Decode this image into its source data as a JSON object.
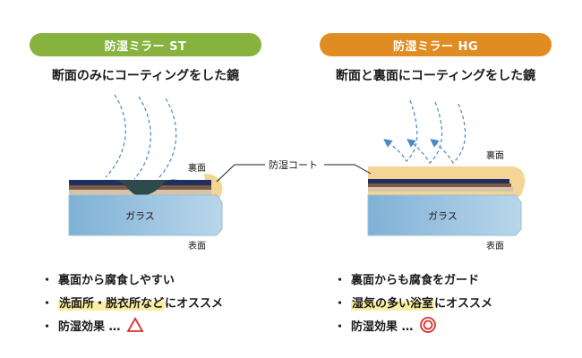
{
  "left": {
    "badge": "防湿ミラー ST",
    "subtitle": "断面のみにコーティングをした鏡",
    "labels": {
      "back": "裏面",
      "glass": "ガラス",
      "front": "表面"
    },
    "bullets": [
      {
        "text": "裏面から腐食しやすい",
        "highlight": false
      },
      {
        "text": "洗面所・脱衣所など",
        "highlight": true,
        "suffix": "にオススメ"
      },
      {
        "text": "防湿効果 …",
        "highlight": false,
        "rating": "triangle"
      }
    ]
  },
  "right": {
    "badge": "防湿ミラー HG",
    "subtitle": "断面と裏面にコーティングをした鏡",
    "labels": {
      "back": "裏面",
      "glass": "ガラス",
      "front": "表面"
    },
    "bullets": [
      {
        "text": "裏面からも腐食をガード",
        "highlight": false
      },
      {
        "text": "湿気の多い浴室",
        "highlight": true,
        "suffix": "にオススメ"
      },
      {
        "text": "防湿効果 …",
        "highlight": false,
        "rating": "double-circle"
      }
    ]
  },
  "center_label": "防湿コート",
  "colors": {
    "green": "#86b23d",
    "orange": "#e08c22",
    "coat": "#f3d596",
    "navy": "#1d2f63",
    "brown": "#7d5a41",
    "glass": "#8cbad9",
    "moisture": "#4a87c8",
    "mark": "#e0302a"
  }
}
